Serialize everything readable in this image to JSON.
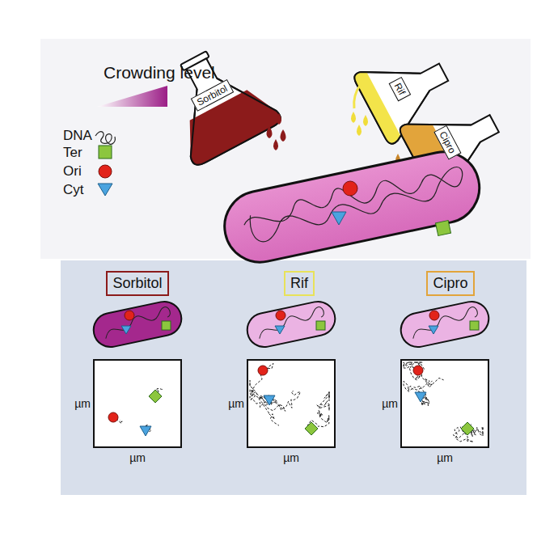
{
  "diagram": {
    "nodes": [
      {
        "text": [
          "Sorbitol"
        ]
      },
      {
        "text": [
          "Rif"
        ]
      },
      {
        "text": [
          "Cipro"
        ]
      },
      {
        "text": [
          "Sorbitol"
        ]
      },
      {
        "text": [
          "Rif"
        ]
      },
      {
        "text": [
          "Cipro"
        ]
      },
      {
        "text": [
          "µm",
          "µm"
        ]
      },
      {
        "text": [
          "µm",
          "µm"
        ]
      },
      {
        "text": [
          "µm",
          "µm"
        ]
      }
    ],
    "labels": [
      "Crowding level"
    ],
    "legend": [
      {
        "text": "DNA"
      },
      {
        "text": "Ter"
      },
      {
        "text": "Ori"
      },
      {
        "text": "Cyt"
      }
    ]
  }
}
